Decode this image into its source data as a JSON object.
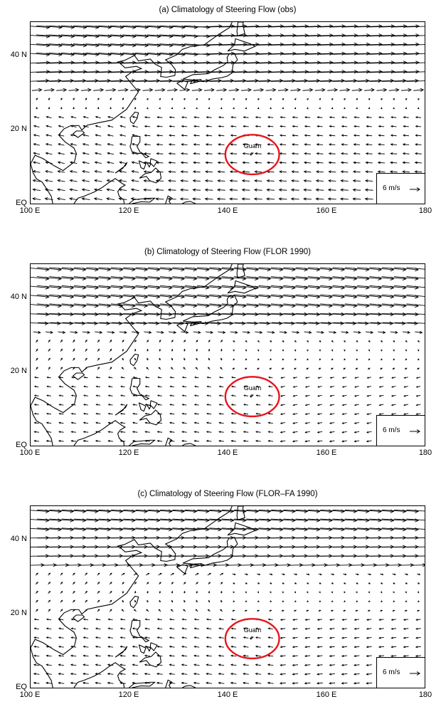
{
  "panels": [
    {
      "title": "(a) Climatology of Steering Flow (obs)",
      "pattern": "obs"
    },
    {
      "title": "(b) Climatology of Steering Flow (FLOR 1990)",
      "pattern": "flor"
    },
    {
      "title": "(c) Climatology of Steering Flow (FLOR–FA 1990)",
      "pattern": "florfa"
    }
  ],
  "axes": {
    "x_ticks": [
      "100 E",
      "120 E",
      "140 E",
      "160 E",
      "180"
    ],
    "x_tick_values": [
      100,
      120,
      140,
      160,
      180
    ],
    "y_ticks": [
      "EQ",
      "20 N",
      "40 N"
    ],
    "y_tick_values": [
      0,
      20,
      40
    ],
    "lon_range": [
      100,
      180
    ],
    "lat_range": [
      0,
      50
    ]
  },
  "legend": {
    "reference_label": "6 m/s",
    "reference_speed": 6,
    "placement": "bottom-right"
  },
  "highlight": {
    "label": "Guam",
    "lon": 145,
    "lat": 13.5,
    "ring_color": "#e8141b"
  },
  "colors": {
    "vectors": "#000000",
    "coastline": "#000000",
    "highlight": "#e8141b"
  }
}
